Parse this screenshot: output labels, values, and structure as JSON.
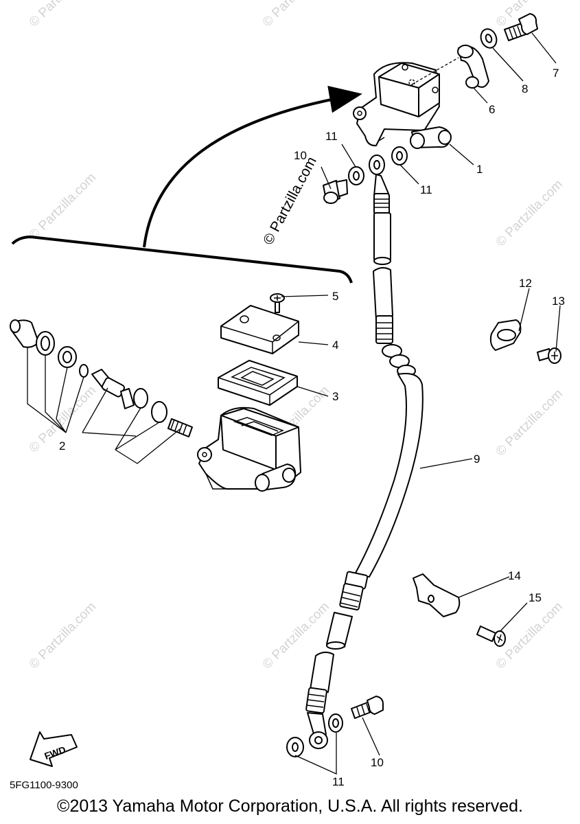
{
  "watermark": "© Partzilla.com",
  "callouts": {
    "c1": "1",
    "c2": "2",
    "c3": "3",
    "c4": "4",
    "c5": "5",
    "c6": "6",
    "c7": "7",
    "c8": "8",
    "c9": "9",
    "c10a": "10",
    "c10b": "10",
    "c11a": "11",
    "c11b": "11",
    "c11c": "11",
    "c12": "12",
    "c13": "13",
    "c14": "14",
    "c15": "15"
  },
  "fwd_label": "FWD",
  "diagram_code": "5FG1100-9300",
  "copyright": "©2013 Yamaha Motor Corporation, U.S.A. All rights reserved."
}
